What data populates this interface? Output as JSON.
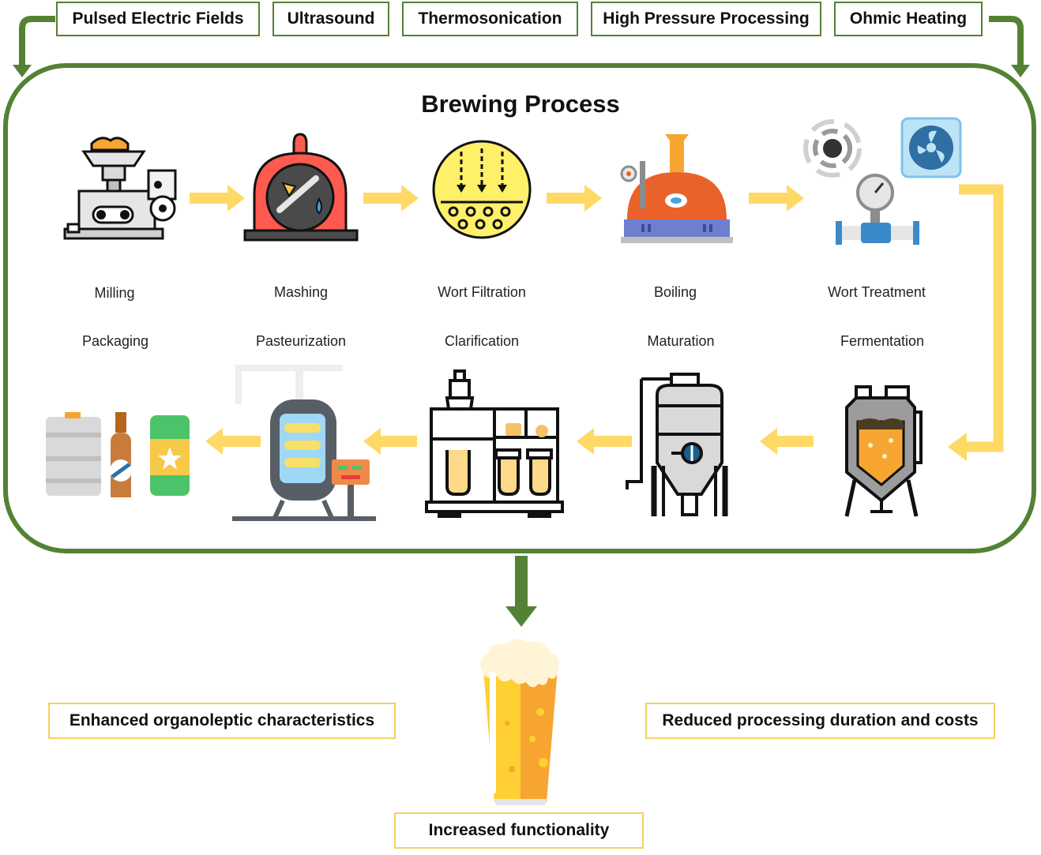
{
  "technologies": [
    "Pulsed Electric Fields",
    "Ultrasound",
    "Thermosonication",
    "High Pressure Processing",
    "Ohmic Heating"
  ],
  "title": "Brewing Process",
  "row1": [
    "Milling",
    "Mashing",
    "Wort Filtration",
    "Boiling",
    "Wort Treatment"
  ],
  "row2": [
    "Packaging",
    "Pasteurization",
    "Clarification",
    "Maturation",
    "Fermentation"
  ],
  "outcomes": {
    "left": "Enhanced organoleptic characteristics",
    "right": "Reduced processing duration and costs",
    "bottom": "Increased functionality"
  },
  "colors": {
    "frame": "#548235",
    "arrow": "#ffd966",
    "outcome_border": "#f2d162"
  }
}
